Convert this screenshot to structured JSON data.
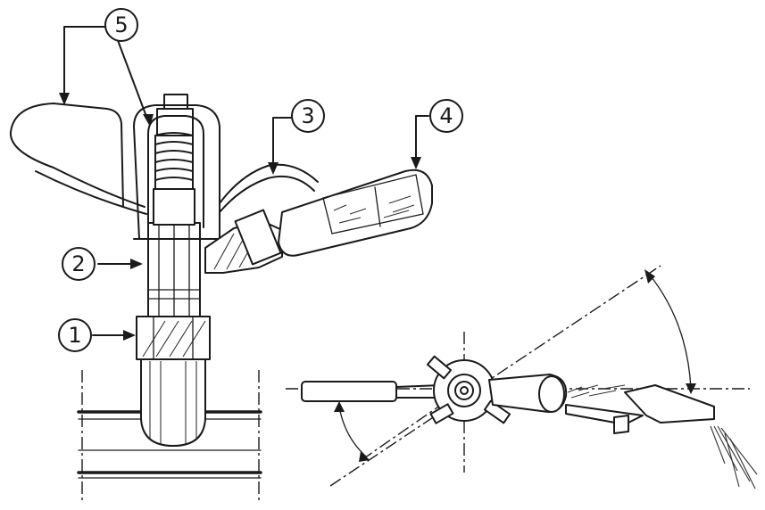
{
  "callouts": [
    {
      "id": "1",
      "label": "1"
    },
    {
      "id": "2",
      "label": "2"
    },
    {
      "id": "3",
      "label": "3"
    },
    {
      "id": "4",
      "label": "4"
    },
    {
      "id": "5",
      "label": "5"
    }
  ],
  "colors": {
    "ink": "#1a1a1a",
    "paper": "#ffffff"
  }
}
